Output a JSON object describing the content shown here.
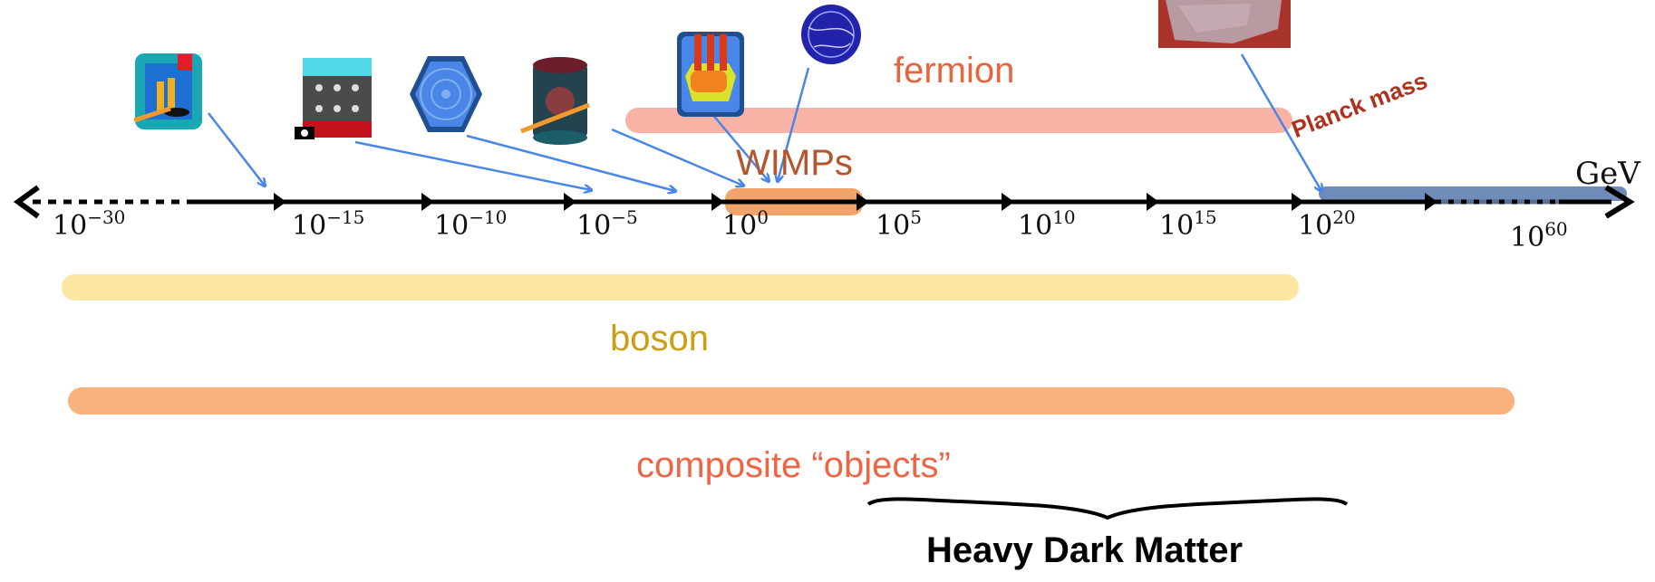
{
  "axis": {
    "unit": "GeV",
    "ticks": [
      {
        "base": "10",
        "exp": "−30"
      },
      {
        "base": "10",
        "exp": "−15"
      },
      {
        "base": "10",
        "exp": "−10"
      },
      {
        "base": "10",
        "exp": "−5"
      },
      {
        "base": "10",
        "exp": "0"
      },
      {
        "base": "10",
        "exp": "5"
      },
      {
        "base": "10",
        "exp": "10"
      },
      {
        "base": "10",
        "exp": "15"
      },
      {
        "base": "10",
        "exp": "20"
      },
      {
        "base": "10",
        "exp": "60"
      }
    ]
  },
  "labels": {
    "fermion": "fermion",
    "wimps": "WIMPs",
    "planck": "Planck mass",
    "boson": "boson",
    "composite": "composite “objects”",
    "heavy": "Heavy Dark Matter"
  },
  "colors": {
    "fermion_band": "#f9b3a6",
    "boson_band": "#fbe7a1",
    "composite_band": "#f9b27e",
    "wimp_band": "#f2a36a",
    "planck_band": "#4a6fa5",
    "arrow": "#4a86e8",
    "fermion_text": "#e8643c",
    "wimps_text": "#b4552e",
    "planck_text": "#b0301e",
    "boson_text": "#c9a012",
    "composite_text": "#f06446"
  },
  "icons": [
    "magnet-detector-icon",
    "atom-trap-icon",
    "hexagon-crystal-icon",
    "cylinder-cavity-icon",
    "xenon-tpc-icon",
    "bubble-chamber-icon",
    "mica-rock-icon"
  ]
}
